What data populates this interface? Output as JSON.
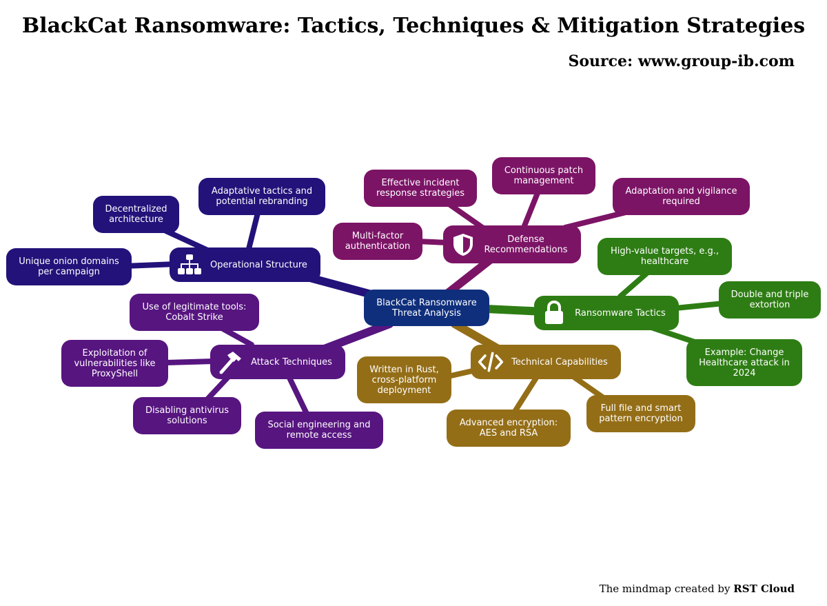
{
  "title": "BlackCat Ransomware: Tactics, Techniques & Mitigation Strategies",
  "source": "Source: www.group-ib.com",
  "credit": {
    "prefix": "The mindmap created by ",
    "brand": "RST Cloud"
  },
  "colors": {
    "operational": "#23127a",
    "defense": "#7c1466",
    "tactics": "#2e7d14",
    "technical": "#946e17",
    "attack": "#571580",
    "center": "#0f2f7c"
  },
  "center": {
    "label": "BlackCat Ransomware\nThreat Analysis"
  },
  "branches": {
    "operational": {
      "label": "Operational Structure",
      "icon": "org-chart-icon",
      "children": [
        "Decentralized\narchitecture",
        "Adaptative tactics and\npotential rebranding",
        "Unique onion domains\nper campaign"
      ]
    },
    "defense": {
      "label": "Defense\nRecommendations",
      "icon": "shield-icon",
      "children": [
        "Effective incident\nresponse strategies",
        "Continuous patch\nmanagement",
        "Adaptation and vigilance\nrequired",
        "Multi-factor\nauthentication"
      ]
    },
    "tactics": {
      "label": "Ransomware Tactics",
      "icon": "lock-icon",
      "children": [
        "High-value targets, e.g.,\nhealthcare",
        "Double and triple\nextortion",
        "Example: Change\nHealthcare attack in\n2024"
      ]
    },
    "technical": {
      "label": "Technical Capabilities",
      "icon": "code-icon",
      "children": [
        "Written in Rust,\ncross-platform\ndeployment",
        "Advanced encryption:\nAES and RSA",
        "Full file and smart\npattern encryption"
      ]
    },
    "attack": {
      "label": "Attack Techniques",
      "icon": "hammer-icon",
      "children": [
        "Use of legitimate tools:\nCobalt Strike",
        "Exploitation of\nvulnerabilities like\nProxyShell",
        "Disabling antivirus\nsolutions",
        "Social engineering and\nremote access"
      ]
    }
  }
}
